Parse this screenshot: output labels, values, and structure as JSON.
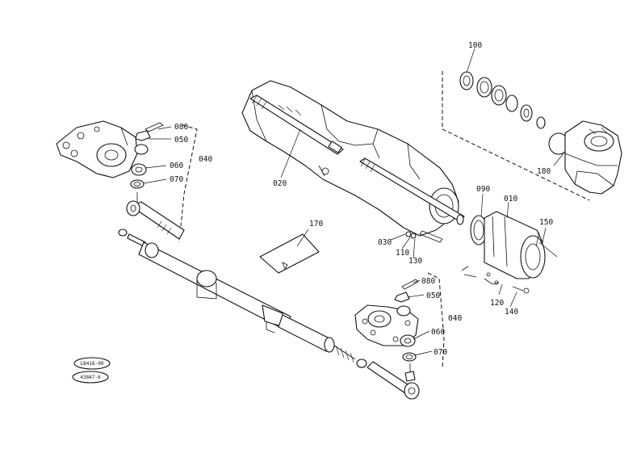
{
  "diagram": {
    "callouts": [
      {
        "id": "c100a",
        "text": "100"
      },
      {
        "id": "c080a",
        "text": "080"
      },
      {
        "id": "c050a",
        "text": "050"
      },
      {
        "id": "c040a",
        "text": "040"
      },
      {
        "id": "c060a",
        "text": "060"
      },
      {
        "id": "c070a",
        "text": "070"
      },
      {
        "id": "c020",
        "text": "020"
      },
      {
        "id": "c180",
        "text": "180"
      },
      {
        "id": "c090",
        "text": "090"
      },
      {
        "id": "c010",
        "text": "010"
      },
      {
        "id": "c170",
        "text": "170"
      },
      {
        "id": "c150",
        "text": "150"
      },
      {
        "id": "c030",
        "text": "030"
      },
      {
        "id": "c110",
        "text": "110"
      },
      {
        "id": "c130",
        "text": "130"
      },
      {
        "id": "c080b",
        "text": "080"
      },
      {
        "id": "c050b",
        "text": "050"
      },
      {
        "id": "c040b",
        "text": "040"
      },
      {
        "id": "c060b",
        "text": "060"
      },
      {
        "id": "c070b",
        "text": "070"
      },
      {
        "id": "c120",
        "text": "120"
      },
      {
        "id": "c140",
        "text": "140"
      }
    ],
    "stamps": [
      {
        "id": "s1",
        "text": "LB416-00"
      },
      {
        "id": "s2",
        "text": "43847-6"
      }
    ]
  }
}
